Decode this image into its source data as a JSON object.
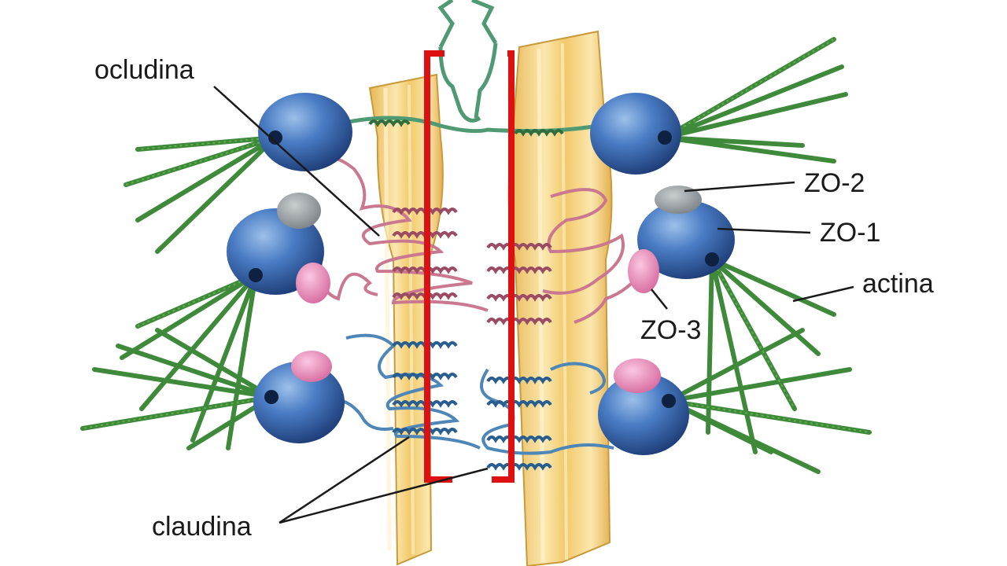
{
  "labels": {
    "ocludina": "ocludina",
    "zo2": "ZO-2",
    "zo1": "ZO-1",
    "actina": "actina",
    "zo3": "ZO-3",
    "claudina": "claudina"
  },
  "colors": {
    "membrane": "#f2c96a",
    "membrane_light": "#fbe7ae",
    "zo1_blue": "#3f6fb8",
    "zo2_gray": "#8e9598",
    "zo3_pink": "#e88ab8",
    "actin_green": "#3e8a3a",
    "occludin_green": "#4f9a72",
    "claudin_blue": "#4f86b8",
    "occludin_pink": "#c9788f",
    "highlight_red": "#dd1111"
  }
}
